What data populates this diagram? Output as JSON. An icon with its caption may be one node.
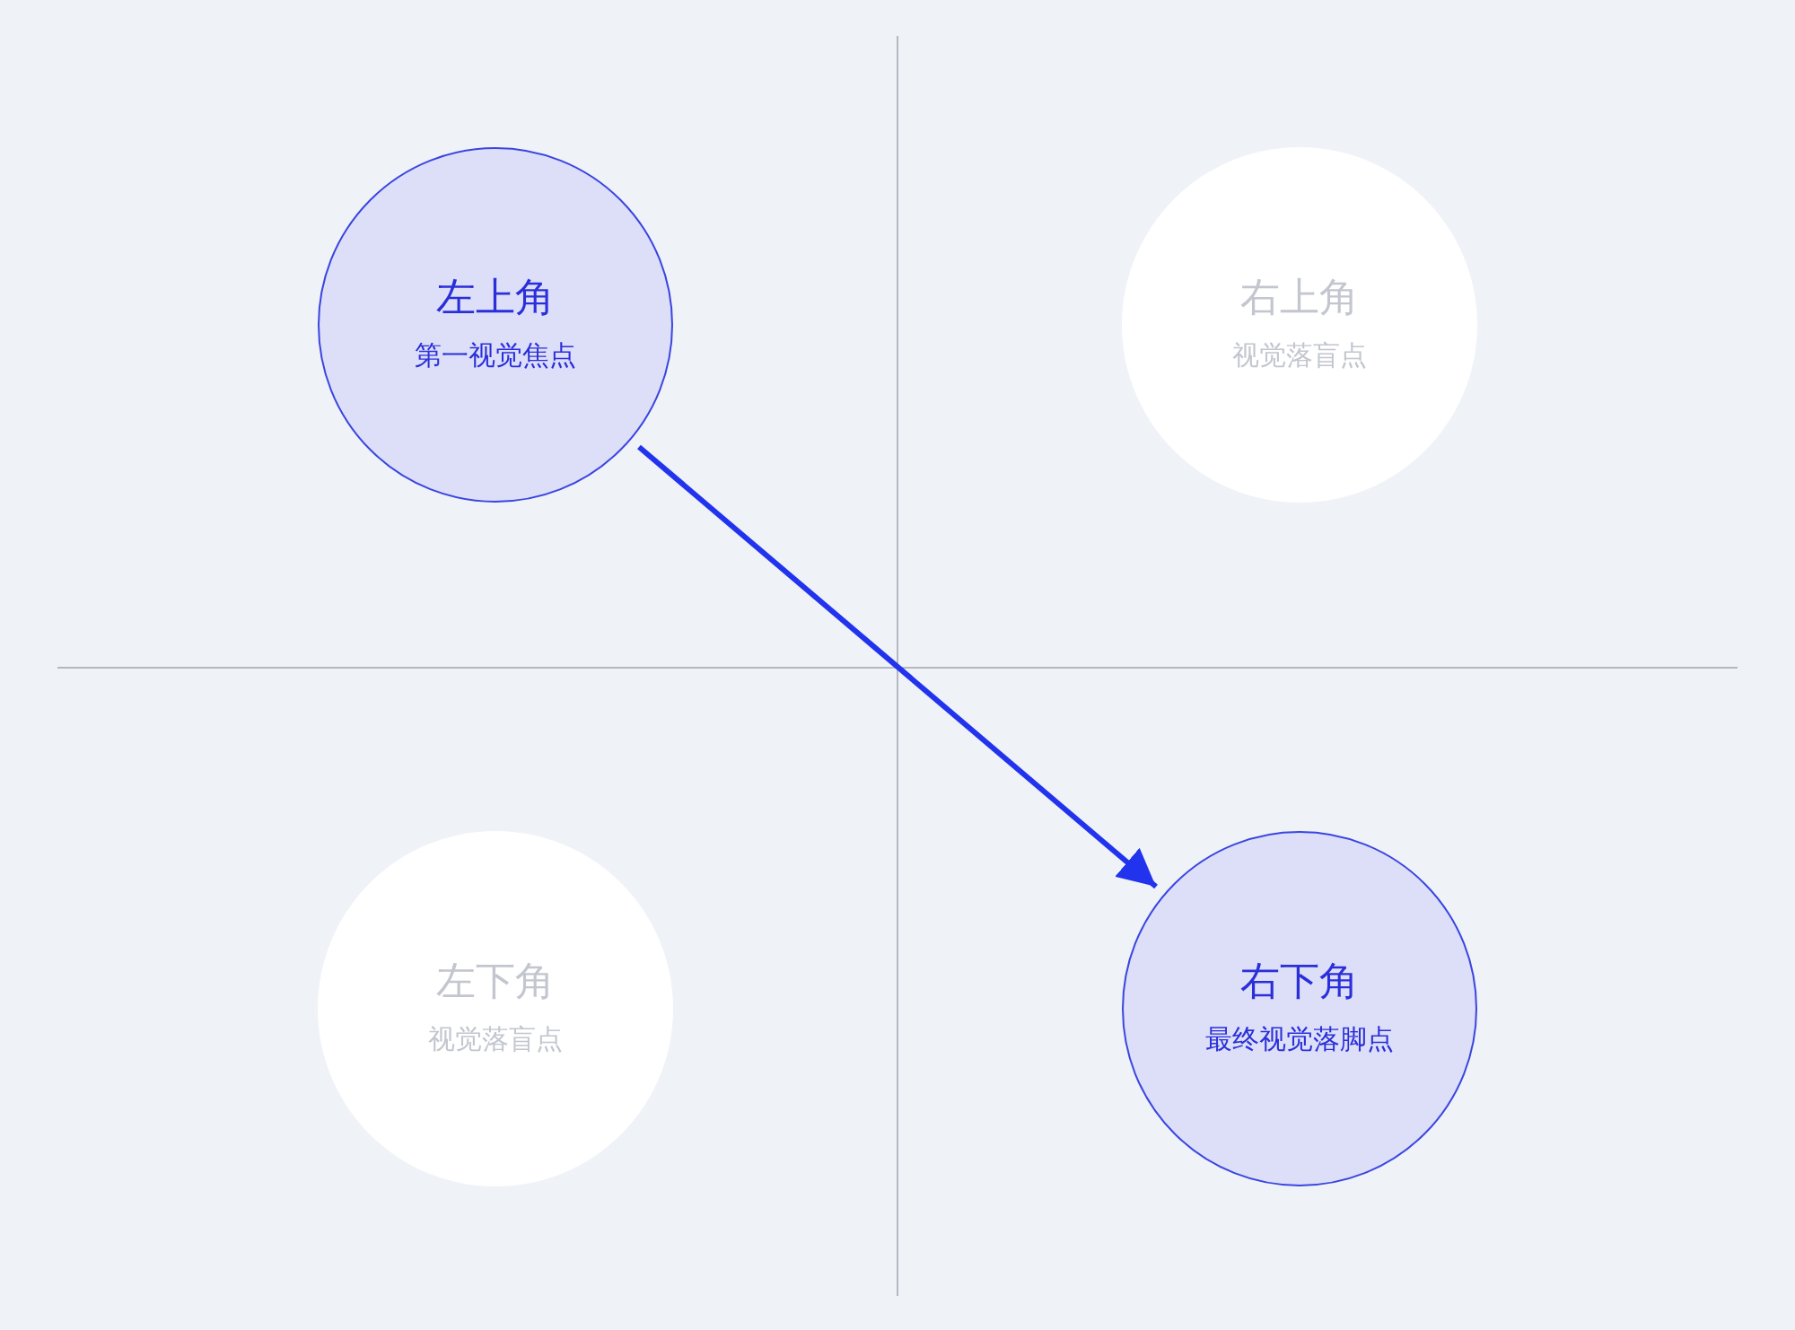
{
  "diagram": {
    "nodes": [
      {
        "text": [
          "左上角",
          "第一视觉焦点"
        ]
      },
      {
        "text": [
          "右上角",
          "视觉落盲点"
        ]
      },
      {
        "text": [
          "左下角",
          "视觉落盲点"
        ]
      },
      {
        "text": [
          "右下角",
          "最终视觉落脚点"
        ]
      }
    ],
    "edges": [
      {
        "from": 0,
        "to": 3,
        "arrow": "to"
      }
    ]
  }
}
